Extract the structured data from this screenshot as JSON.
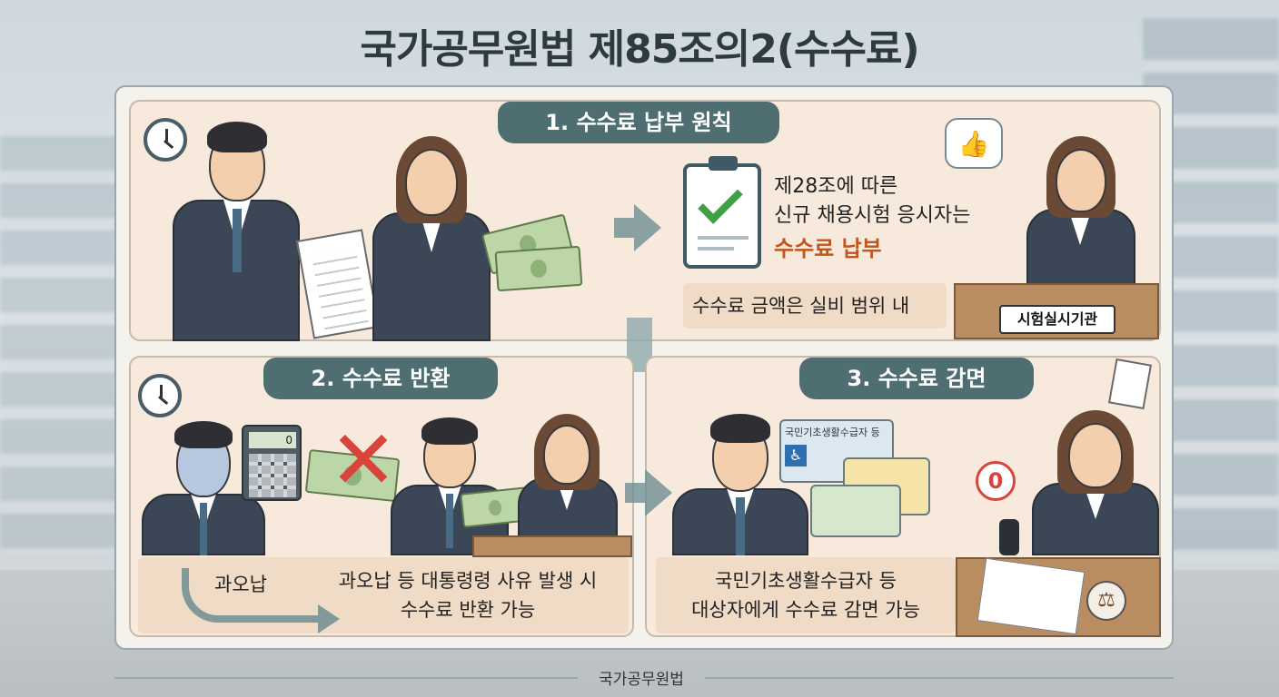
{
  "title": "국가공무원법 제85조의2(수수료)",
  "section1": {
    "tab": "1. 수수료 납부 원칙",
    "line1": "제28조에 따른",
    "line2": "신규 채용시험 응시자는",
    "highlight": "수수료 납부",
    "note": "수수료 금액은 실비 범위 내",
    "desk_label": "시험실시기관"
  },
  "section2": {
    "tab": "2. 수수료 반환",
    "calc_display": "0",
    "small_label": "과오납",
    "line1": "과오납 등 대통령령 사유 발생 시",
    "line2": "수수료 반환 가능"
  },
  "section3": {
    "tab": "3. 수수료 감면",
    "card_label": "국민기초생활수급자 등",
    "badge": "0",
    "line1": "국민기초생활수급자 등",
    "line2": "대상자에게 수수료 감면 가능"
  },
  "footer": "국가공무원법",
  "colors": {
    "tab": "#4f6e72",
    "highlight": "#c0561f",
    "panel": "#f7eadd"
  },
  "icons": [
    "clock-icon",
    "clipboard-check-icon",
    "thumbs-up-icon",
    "calculator-icon",
    "x-mark-icon",
    "wheelchair-icon",
    "gavel-icon"
  ]
}
